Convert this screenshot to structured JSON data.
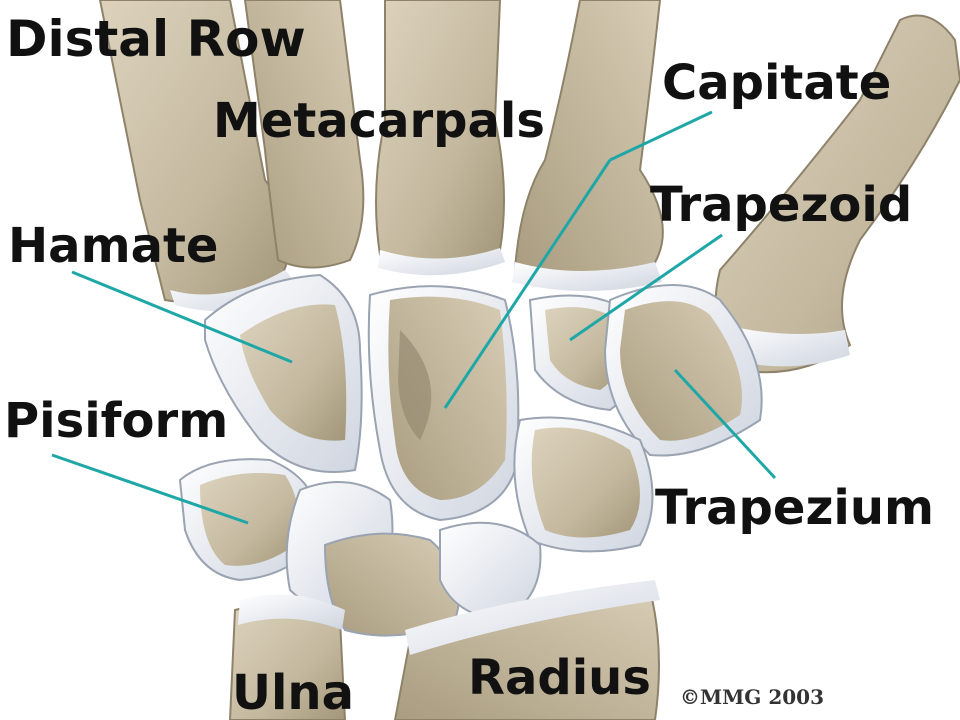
{
  "title": "Distal Row",
  "labels": {
    "metacarpals": "Metacarpals",
    "capitate": "Capitate",
    "trapezoid": "Trapezoid",
    "hamate": "Hamate",
    "pisiform": "Pisiform",
    "trapezium": "Trapezium",
    "ulna": "Ulna",
    "radius": "Radius"
  },
  "copyright": "©MMG 2003",
  "colors": {
    "bone": "#c7bca4",
    "bone_shade": "#9e917a",
    "cartilage": "#e8ecf2",
    "leader_line": "#1fa7a7",
    "background": "#ffffff",
    "text": "#111111"
  }
}
